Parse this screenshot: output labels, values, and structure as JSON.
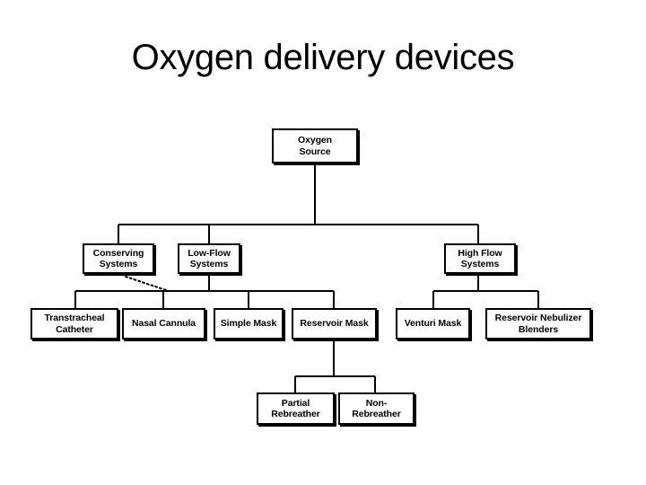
{
  "slide": {
    "title": "Oxygen delivery devices",
    "background_color": "#ffffff",
    "text_color": "#000000",
    "line_color": "#000000"
  },
  "chart_data": {
    "type": "diagram",
    "diagram_kind": "hierarchy-tree",
    "title": "Oxygen delivery devices",
    "orientation": "top-down",
    "nodes": [
      {
        "id": "oxygen-source",
        "label": "Oxygen\nSource",
        "level": 0
      },
      {
        "id": "conserving-systems",
        "label": "Conserving\nSystems",
        "level": 1
      },
      {
        "id": "low-flow-systems",
        "label": "Low-Flow\nSystems",
        "level": 1
      },
      {
        "id": "high-flow-systems",
        "label": "High Flow\nSystems",
        "level": 1
      },
      {
        "id": "transtracheal-catheter",
        "label": "Transtracheal\nCatheter",
        "level": 2
      },
      {
        "id": "nasal-cannula",
        "label": "Nasal Cannula",
        "level": 2
      },
      {
        "id": "simple-mask",
        "label": "Simple Mask",
        "level": 2
      },
      {
        "id": "reservoir-mask",
        "label": "Reservoir Mask",
        "level": 2
      },
      {
        "id": "venturi-mask",
        "label": "Venturi Mask",
        "level": 2
      },
      {
        "id": "reservoir-nebulizer-blenders",
        "label": "Reservoir Nebulizer\nBlenders",
        "level": 2
      },
      {
        "id": "partial-rebreather",
        "label": "Partial\nRebreather",
        "level": 3
      },
      {
        "id": "non-rebreather",
        "label": "Non-\nRebreather",
        "level": 3
      }
    ],
    "edges": [
      {
        "from": "oxygen-source",
        "to": "conserving-systems",
        "style": "solid"
      },
      {
        "from": "oxygen-source",
        "to": "low-flow-systems",
        "style": "solid"
      },
      {
        "from": "oxygen-source",
        "to": "high-flow-systems",
        "style": "solid"
      },
      {
        "from": "conserving-systems",
        "to": "transtracheal-catheter",
        "style": "dotted"
      },
      {
        "from": "low-flow-systems",
        "to": "transtracheal-catheter",
        "style": "solid"
      },
      {
        "from": "low-flow-systems",
        "to": "nasal-cannula",
        "style": "solid"
      },
      {
        "from": "low-flow-systems",
        "to": "simple-mask",
        "style": "solid"
      },
      {
        "from": "low-flow-systems",
        "to": "reservoir-mask",
        "style": "solid"
      },
      {
        "from": "high-flow-systems",
        "to": "venturi-mask",
        "style": "solid"
      },
      {
        "from": "high-flow-systems",
        "to": "reservoir-nebulizer-blenders",
        "style": "solid"
      },
      {
        "from": "reservoir-mask",
        "to": "partial-rebreather",
        "style": "solid"
      },
      {
        "from": "reservoir-mask",
        "to": "non-rebreather",
        "style": "solid"
      }
    ]
  },
  "nodes": {
    "oxygen_source": {
      "label": "Oxygen\nSource"
    },
    "conserving_systems": {
      "label": "Conserving\nSystems"
    },
    "low_flow_systems": {
      "label": "Low-Flow\nSystems"
    },
    "high_flow_systems": {
      "label": "High Flow\nSystems"
    },
    "transtracheal_catheter": {
      "label": "Transtracheal\nCatheter"
    },
    "nasal_cannula": {
      "label": "Nasal Cannula"
    },
    "simple_mask": {
      "label": "Simple Mask"
    },
    "reservoir_mask": {
      "label": "Reservoir Mask"
    },
    "venturi_mask": {
      "label": "Venturi Mask"
    },
    "reservoir_nebulizer_blenders": {
      "label": "Reservoir Nebulizer\nBlenders"
    },
    "partial_rebreather": {
      "label": "Partial\nRebreather"
    },
    "non_rebreather": {
      "label": "Non-\nRebreather"
    }
  }
}
